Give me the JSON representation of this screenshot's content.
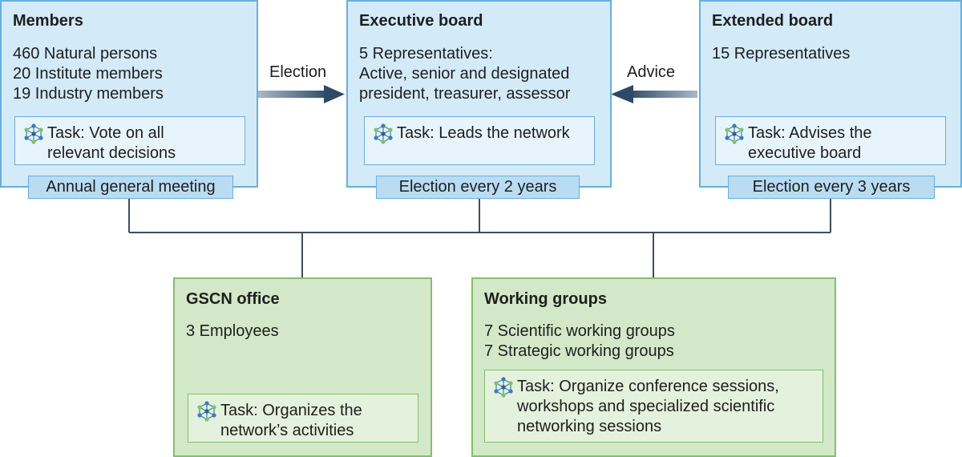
{
  "members": {
    "title": "Members",
    "lines": [
      "460 Natural persons",
      "20 Institute members",
      "19 Industry members"
    ],
    "task": [
      "Task: Vote on all",
      "relevant decisions"
    ],
    "tab": "Annual general meeting"
  },
  "executive": {
    "title": "Executive board",
    "lines": [
      "5 Representatives:",
      "Active, senior and designated",
      "president, treasurer, assessor"
    ],
    "task": [
      "Task: Leads the network"
    ],
    "tab": "Election every 2 years"
  },
  "extended": {
    "title": "Extended board",
    "lines": [
      "15 Representatives"
    ],
    "task": [
      "Task: Advises the",
      "executive board"
    ],
    "tab": "Election every 3 years"
  },
  "office": {
    "title": "GSCN office",
    "lines": [
      "3 Employees"
    ],
    "task": [
      "Task: Organizes the",
      "network’s activities"
    ]
  },
  "working": {
    "title": "Working groups",
    "lines": [
      "7 Scientific working groups",
      "7 Strategic working groups"
    ],
    "task": [
      "Task: Organize conference sessions,",
      "workshops and specialized scientific",
      "networking sessions"
    ]
  },
  "arrows": {
    "election": "Election",
    "advice": "Advice"
  },
  "icons": {
    "task": "network-molecule-icon"
  },
  "colors": {
    "blue_fill": "#d3eaf8",
    "blue_border": "#6aaedb",
    "tab_fill": "#b9dcf3",
    "green_fill": "#d2e8c8",
    "green_border": "#82c06a",
    "arrow": "#33506e",
    "connector": "#3d4f60"
  }
}
